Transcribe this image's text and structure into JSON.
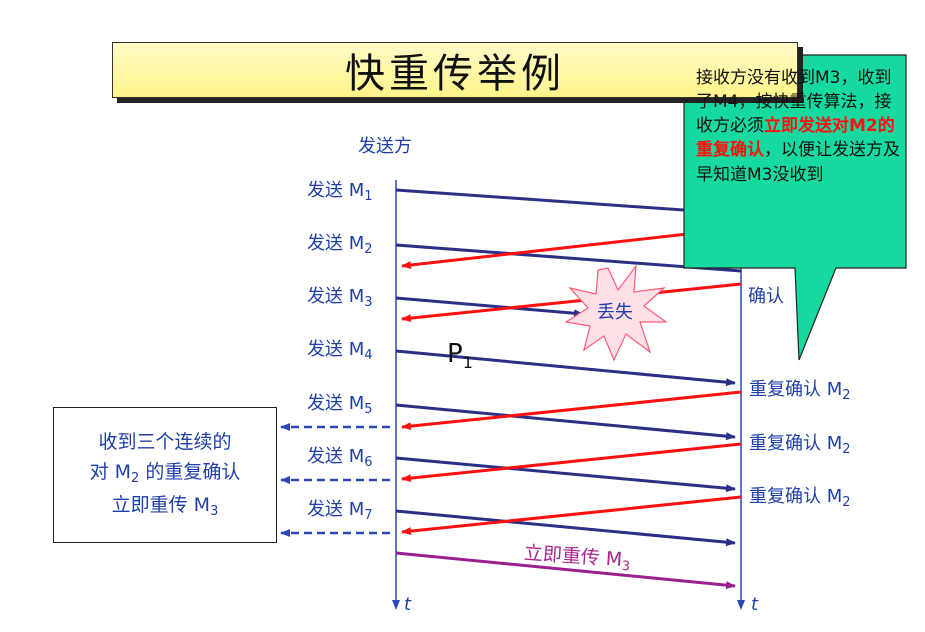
{
  "title": "快重传举例",
  "sender": {
    "label": "发送方",
    "time_label": "t"
  },
  "receiver": {
    "time_label": "t"
  },
  "sends": [
    {
      "text": "发送 M",
      "sub": "1"
    },
    {
      "text": "发送 M",
      "sub": "2"
    },
    {
      "text": "发送 M",
      "sub": "3"
    },
    {
      "text": "发送 M",
      "sub": "4"
    },
    {
      "text": "发送 M",
      "sub": "5"
    },
    {
      "text": "发送 M",
      "sub": "6"
    },
    {
      "text": "发送 M",
      "sub": "7"
    }
  ],
  "lost": "丢失",
  "p1": {
    "text": "P",
    "sub": "1"
  },
  "dup_acks": [
    {
      "text": "重复确认 M",
      "sub": "2"
    },
    {
      "text": "重复确认 M",
      "sub": "2"
    },
    {
      "text": "重复确认 M",
      "sub": "2"
    }
  ],
  "partial_ack": "确认",
  "retransmit": {
    "text": "立即重传 M",
    "sub": "3"
  },
  "note": {
    "line1": "收到三个连续的",
    "line2_a": "对 M",
    "line2_sub": "2",
    "line2_b": " 的重复确认",
    "line3_a": "立即重传 M",
    "line3_sub": "3"
  },
  "callout": {
    "part1": "接收方没有收到M3，收到了M4，按快重传算法，接收方必须",
    "highlight": "立即发送对M2的重复确认",
    "part2": "，以便让发送方及早知道M3没收到"
  },
  "colors": {
    "send_arrow": "#2b2f86",
    "ack_arrow": "#ff1010",
    "retransmit_arrow": "#9b1f8f",
    "dashed_arrow": "#2b46b8",
    "callout_fill": "#16d9a0",
    "lost_fill": "#ffe0e6",
    "lost_stroke": "#ff5a78"
  }
}
